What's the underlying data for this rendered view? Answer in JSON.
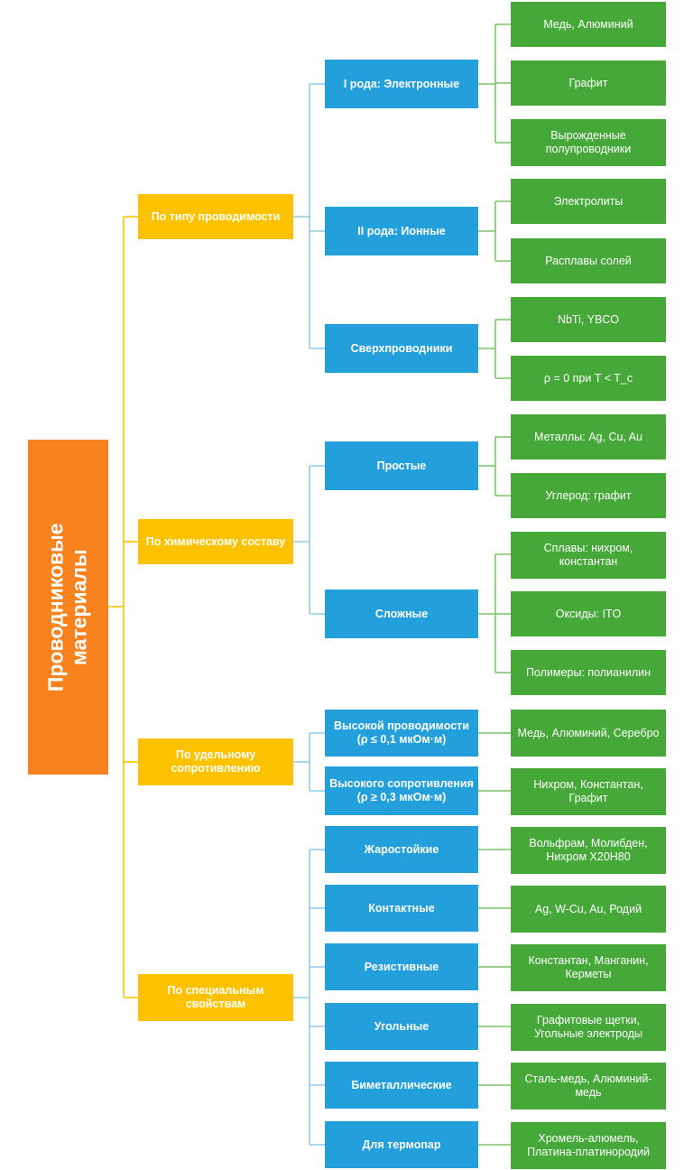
{
  "diagram": {
    "title": "Проводниковые материалы",
    "colors": {
      "root": "#F8821E",
      "level1": "#FCC200",
      "level2": "#23A0DB",
      "level3": "#45A839",
      "background": "#FFFFFF"
    },
    "root": {
      "label": "Проводниковые\nматериалы"
    },
    "branches": [
      {
        "label": "По типу проводимости",
        "children": [
          {
            "label": "I рода: Электронные",
            "leaves": [
              {
                "label": "Медь, Алюминий"
              },
              {
                "label": "Графит"
              },
              {
                "label": "Вырожденные полупроводники"
              }
            ]
          },
          {
            "label": "II рода: Ионные",
            "leaves": [
              {
                "label": "Электролиты"
              },
              {
                "label": "Расплавы солей"
              }
            ]
          },
          {
            "label": "Сверхпроводники",
            "leaves": [
              {
                "label": "NbTi, YBCO"
              },
              {
                "label": "ρ = 0 при T < T_c"
              }
            ]
          }
        ]
      },
      {
        "label": "По химическому составу",
        "children": [
          {
            "label": "Простые",
            "leaves": [
              {
                "label": "Металлы: Ag, Cu, Au"
              },
              {
                "label": "Углерод: графит"
              }
            ]
          },
          {
            "label": "Сложные",
            "leaves": [
              {
                "label": "Сплавы: нихром, константан"
              },
              {
                "label": "Оксиды: ITO"
              },
              {
                "label": "Полимеры: полианилин"
              }
            ]
          }
        ]
      },
      {
        "label": "По удельному сопротивлению",
        "children": [
          {
            "label": "Высокой проводимости (ρ ≤ 0,1 мкОм·м)",
            "leaves": [
              {
                "label": "Медь, Алюминий, Серебро"
              }
            ]
          },
          {
            "label": "Высокого сопротивления (ρ ≥ 0,3 мкОм·м)",
            "leaves": [
              {
                "label": "Нихром, Константан, Графит"
              }
            ]
          }
        ]
      },
      {
        "label": "По специальным свойствам",
        "children": [
          {
            "label": "Жаростойкие",
            "leaves": [
              {
                "label": "Вольфрам, Молибден, Нихром Х20Н80"
              }
            ]
          },
          {
            "label": "Контактные",
            "leaves": [
              {
                "label": "Ag, W-Cu, Au, Родий"
              }
            ]
          },
          {
            "label": "Резистивные",
            "leaves": [
              {
                "label": "Константан, Манганин, Керметы"
              }
            ]
          },
          {
            "label": "Угольные",
            "leaves": [
              {
                "label": "Графитовые щетки, Угольные электроды"
              }
            ]
          },
          {
            "label": "Биметаллические",
            "leaves": [
              {
                "label": "Сталь-медь, Алюминий-медь"
              }
            ]
          },
          {
            "label": "Для термопар",
            "leaves": [
              {
                "label": "Хромель-алюмель, Платина-платинородий"
              }
            ]
          }
        ]
      }
    ]
  }
}
